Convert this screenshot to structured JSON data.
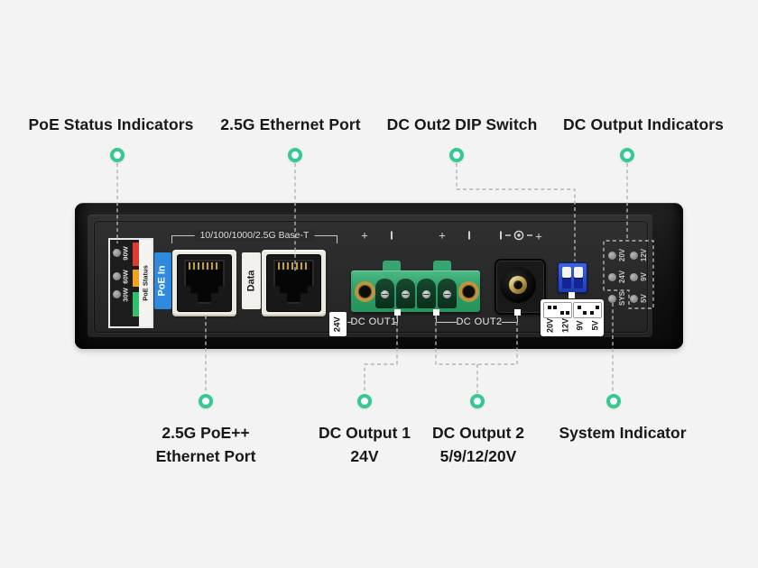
{
  "page": {
    "background": "#f3f3f4",
    "marker_color": "#35c98f"
  },
  "callouts": {
    "top": [
      {
        "label": "PoE Status Indicators"
      },
      {
        "label": "2.5G Ethernet Port"
      },
      {
        "label": "DC Out2 DIP Switch"
      },
      {
        "label": "DC Output Indicators"
      }
    ],
    "bottom": [
      {
        "line1": "2.5G PoE++",
        "line2": "Ethernet Port"
      },
      {
        "line1": "DC Output 1",
        "line2": "24V"
      },
      {
        "line1": "DC Output 2",
        "line2": "5/9/12/20V"
      },
      {
        "line1": "System Indicator",
        "line2": ""
      }
    ]
  },
  "device": {
    "poe_status_panel": {
      "title": "PoE Status",
      "leds": [
        {
          "label": "90W",
          "bar_color": "#e23a2e"
        },
        {
          "label": "60W",
          "bar_color": "#f3a01b"
        },
        {
          "label": "30W",
          "bar_color": "#2fc06d"
        }
      ]
    },
    "ethernet": {
      "speed_label": "10/100/1000/2.5G Base-T",
      "poe_in_label": "PoE In",
      "data_label": "Data"
    },
    "dc": {
      "plus": "+",
      "out1_label": "DC OUT1",
      "out1_voltage": "24V",
      "out2_label": "DC OUT2",
      "jack_polarity": "center-positive"
    },
    "dip": {
      "options": [
        "20V",
        "12V",
        "9V",
        "5V"
      ],
      "positions": [
        "up-up",
        "down-down",
        "up-down",
        "down-up"
      ],
      "current": "20V"
    },
    "indicators": {
      "rows": [
        [
          "20V",
          "12V"
        ],
        [
          "24V",
          "9V"
        ],
        [
          "SYS",
          "5V"
        ]
      ]
    }
  }
}
